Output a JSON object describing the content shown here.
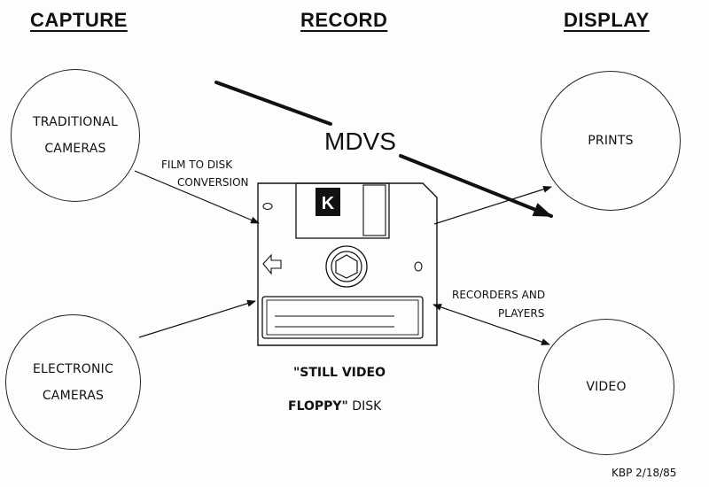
{
  "headings": {
    "capture": "CAPTURE",
    "record": "RECORD",
    "display": "DISPLAY"
  },
  "nodes": {
    "traditional_cameras": [
      "TRADITIONAL",
      "CAMERAS"
    ],
    "electronic_cameras": [
      "ELECTRONIC",
      "CAMERAS"
    ],
    "prints": "PRINTS",
    "video": "VIDEO"
  },
  "labels": {
    "film_to_disk": [
      "FILM TO DISK",
      "CONVERSION"
    ],
    "recorders_players": [
      "RECORDERS AND",
      "PLAYERS"
    ],
    "mdvs": "MDVS"
  },
  "disk": {
    "logo_letter": "K",
    "caption_line1": "\"STILL VIDEO",
    "caption_line2_bold": "FLOPPY\"",
    "caption_line2_rest": " DISK"
  },
  "footer": "KBP 2/18/85"
}
